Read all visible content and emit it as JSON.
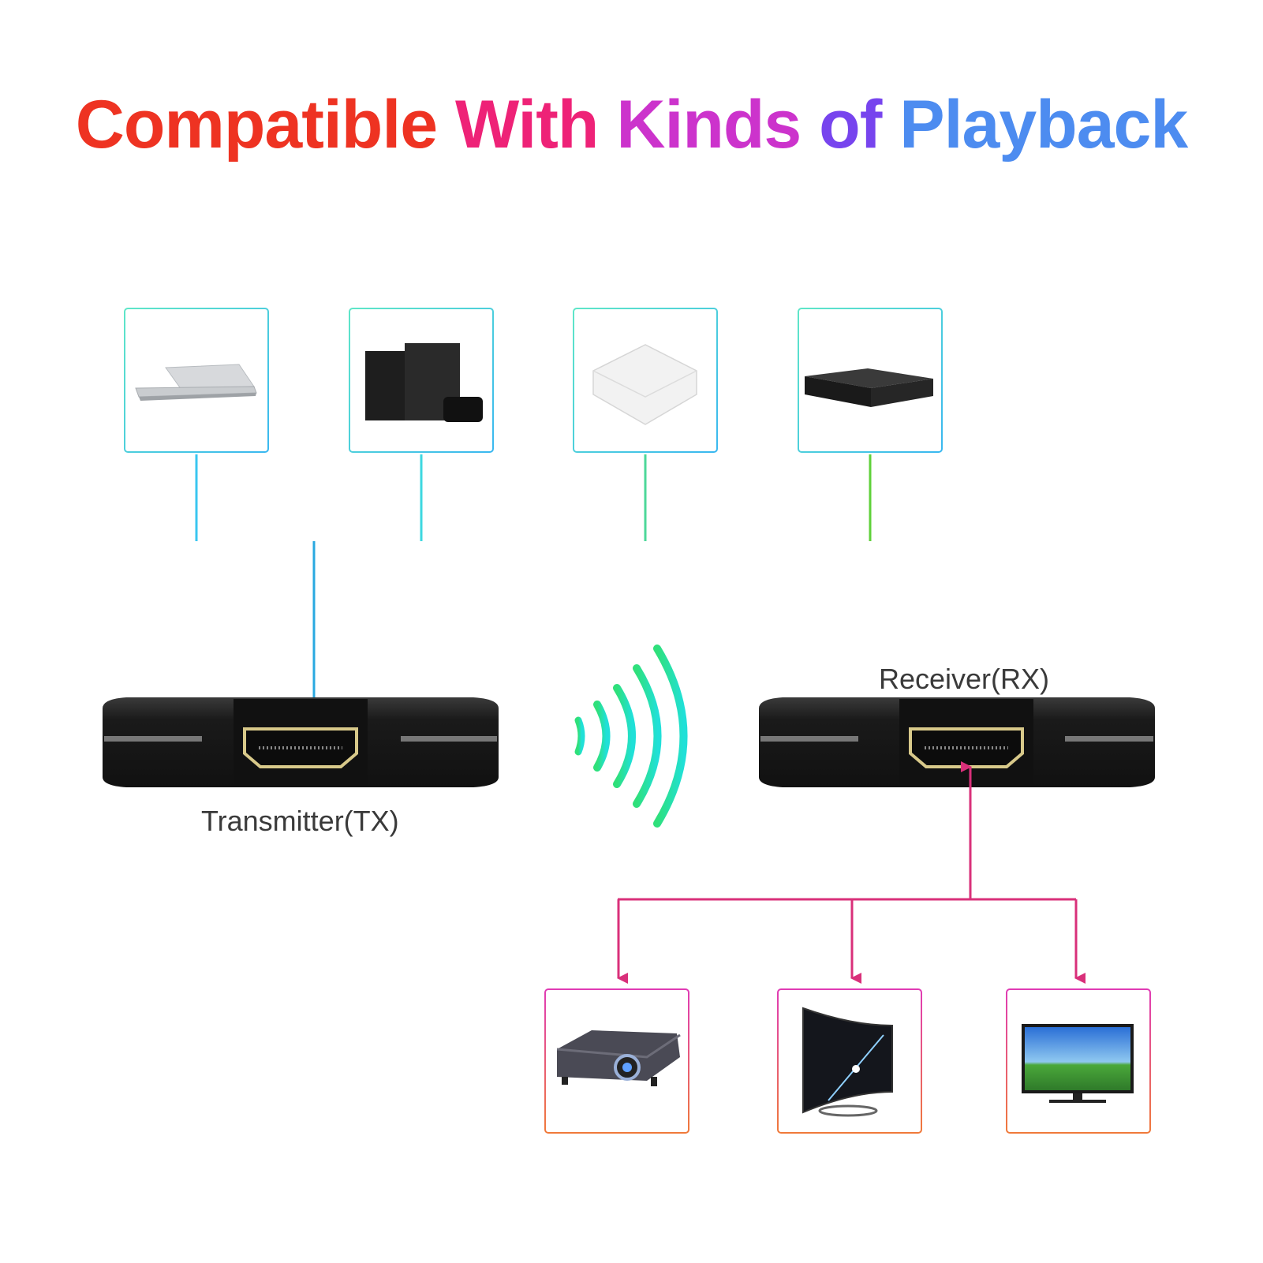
{
  "title": {
    "words": [
      {
        "text": "Compatible",
        "color": "#ee3322"
      },
      {
        "text": "With",
        "color": "#ee2277"
      },
      {
        "text": "Kinds",
        "color": "#cc33cc"
      },
      {
        "text": "of",
        "color": "#7744ee"
      },
      {
        "text": "Playback",
        "color": "#4d8cf0"
      }
    ]
  },
  "transmitter_label": "Transmitter(TX)",
  "receiver_label": "Receiver(RX)",
  "sources": [
    {
      "icon": "laptop-icon"
    },
    {
      "icon": "speaker-system-icon"
    },
    {
      "icon": "media-box-icon"
    },
    {
      "icon": "dvd-player-icon"
    }
  ],
  "outputs": [
    {
      "icon": "projector-icon"
    },
    {
      "icon": "curved-tv-icon"
    },
    {
      "icon": "flat-tv-icon"
    }
  ],
  "colors": {
    "source_line": "#39d6e6",
    "output_line": "#d9307a",
    "wave_start": "#2fe07a",
    "wave_end": "#20e0d8",
    "device_body": "#1c1c1c",
    "hdmi_gold": "#d8c98a"
  }
}
